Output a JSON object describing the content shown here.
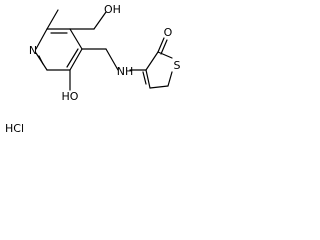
{
  "molecule": {
    "atoms": {
      "pyridine_n": "N",
      "hydroxymethyl_oh": "OH",
      "phenol_ho": "HO",
      "amine_nh": "NH",
      "lactone_o": "O",
      "thio_s": "S",
      "salt": "HCl"
    }
  }
}
